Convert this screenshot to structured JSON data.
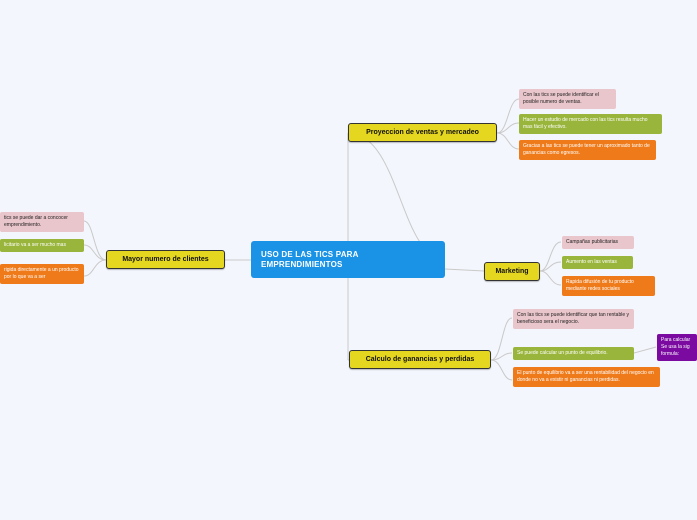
{
  "central": {
    "label": "USO DE LAS TICS PARA EMPRENDIMIENTOS"
  },
  "branches": {
    "proyeccion": {
      "label": "Proyeccion de ventas y mercadeo",
      "children": [
        "Con las tics se puede identificar el posible numero de ventas.",
        "Hacer un estudio de mercado con las tics resulta mucho mas fácil y efectivo.",
        "Gracias a las tics se puede tener un aproximado tanto de ganancias como egresos."
      ]
    },
    "marketing": {
      "label": "Marketing",
      "children": [
        "Campañas publicitarias",
        "Aumento en las ventas",
        "Rapida difusión de tu producto mediante redes sociales"
      ]
    },
    "calculo": {
      "label": "Calculo de ganancias y perdidas",
      "children": [
        "Con las tics se puede identificar que tan rentable y beneficioso sera el negocio.",
        "Se puede calcular un punto de equilibrio.",
        "El punto de equilibrio va a ser una rentabilidad del negocio en donde no va a existir ni ganancias ni perdidas."
      ],
      "grandchild": "Para calcular Se usa la sig formula:"
    },
    "clientes": {
      "label": "Mayor numero de clientes",
      "children": [
        "tics se puede dar a concocer emprendimiento.",
        "licitario va a ser mucho mas",
        "rigida directamente a un producto por lo que va a ser"
      ]
    }
  }
}
